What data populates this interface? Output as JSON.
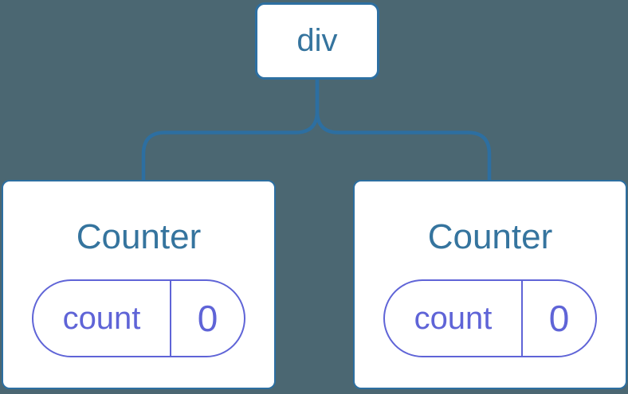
{
  "colors": {
    "background": "#4B6772",
    "tree_line": "#2D6FA1",
    "node_text": "#35749E",
    "card_background": "#FFFFFF",
    "state_accent": "#5F64D7"
  },
  "tree": {
    "root": {
      "label": "div"
    },
    "children": [
      {
        "title": "Counter",
        "state_key": "count",
        "state_value": "0"
      },
      {
        "title": "Counter",
        "state_key": "count",
        "state_value": "0"
      }
    ]
  }
}
